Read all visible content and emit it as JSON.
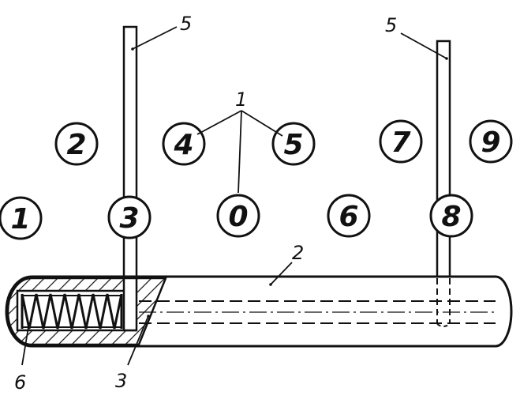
{
  "digit_circles": [
    {
      "id": "1",
      "label": "1"
    },
    {
      "id": "2",
      "label": "2"
    },
    {
      "id": "3",
      "label": "3"
    },
    {
      "id": "4",
      "label": "4"
    },
    {
      "id": "5",
      "label": "5"
    },
    {
      "id": "0",
      "label": "0"
    },
    {
      "id": "6",
      "label": "6"
    },
    {
      "id": "7",
      "label": "7"
    },
    {
      "id": "8",
      "label": "8"
    },
    {
      "id": "9",
      "label": "9"
    }
  ],
  "callouts": {
    "rod_left": "5",
    "rod_right": "5",
    "circles_top": "1",
    "body": "2",
    "inner_bore": "3",
    "spring": "6"
  }
}
